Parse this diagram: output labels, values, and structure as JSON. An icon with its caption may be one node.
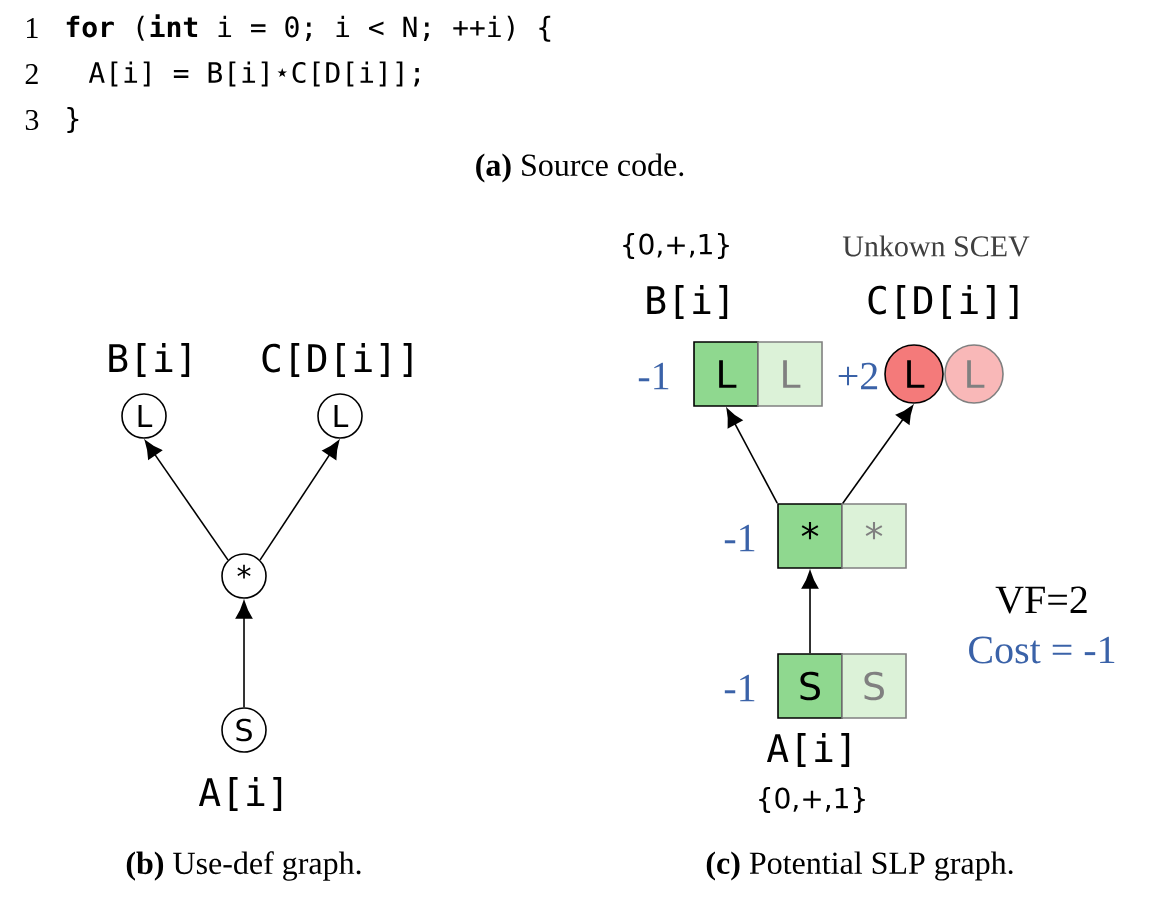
{
  "diagram": {
    "nodes": [
      {
        "text": [
          "L"
        ],
        "beside": [
          "B[i]"
        ]
      },
      {
        "text": [
          "L"
        ],
        "beside": [
          "C[D[i]]"
        ]
      },
      {
        "text": [
          "*"
        ]
      },
      {
        "text": [
          "S"
        ],
        "beside": [
          "A[i]"
        ]
      },
      {
        "text": [
          "L"
        ],
        "beside": [
          "{0,+,1}",
          "B[i]",
          "-1"
        ]
      },
      {
        "text": [
          "L"
        ]
      },
      {
        "text": [
          "L"
        ],
        "beside": [
          "Unkown SCEV",
          "C[D[i]]",
          "+2"
        ]
      },
      {
        "text": [
          "L"
        ]
      },
      {
        "text": [
          "*"
        ],
        "beside": [
          "-1"
        ]
      },
      {
        "text": [
          "*"
        ]
      },
      {
        "text": [
          "S"
        ],
        "beside": [
          "-1",
          "A[i]",
          "{0,+,1}"
        ]
      },
      {
        "text": [
          "S"
        ]
      }
    ],
    "edges": [
      {
        "from": 2,
        "to": 0,
        "arrow": "to"
      },
      {
        "from": 2,
        "to": 1,
        "arrow": "to"
      },
      {
        "from": 3,
        "to": 2,
        "arrow": "to"
      },
      {
        "from": 8,
        "to": 4,
        "arrow": "to"
      },
      {
        "from": 8,
        "to": 6,
        "arrow": "to"
      },
      {
        "from": 10,
        "to": 8,
        "arrow": "to"
      }
    ],
    "labels": [
      "1",
      "**for** (**int** i = 0; i < N; ++i) {",
      "2",
      "A[i] = B[i]⋆C[D[i]];",
      "3",
      "}",
      "**(a)** Source code.",
      "VF=2",
      "Cost = -1",
      "**(b)** Use-def graph.",
      "**(c)** Potential SLP graph."
    ]
  }
}
